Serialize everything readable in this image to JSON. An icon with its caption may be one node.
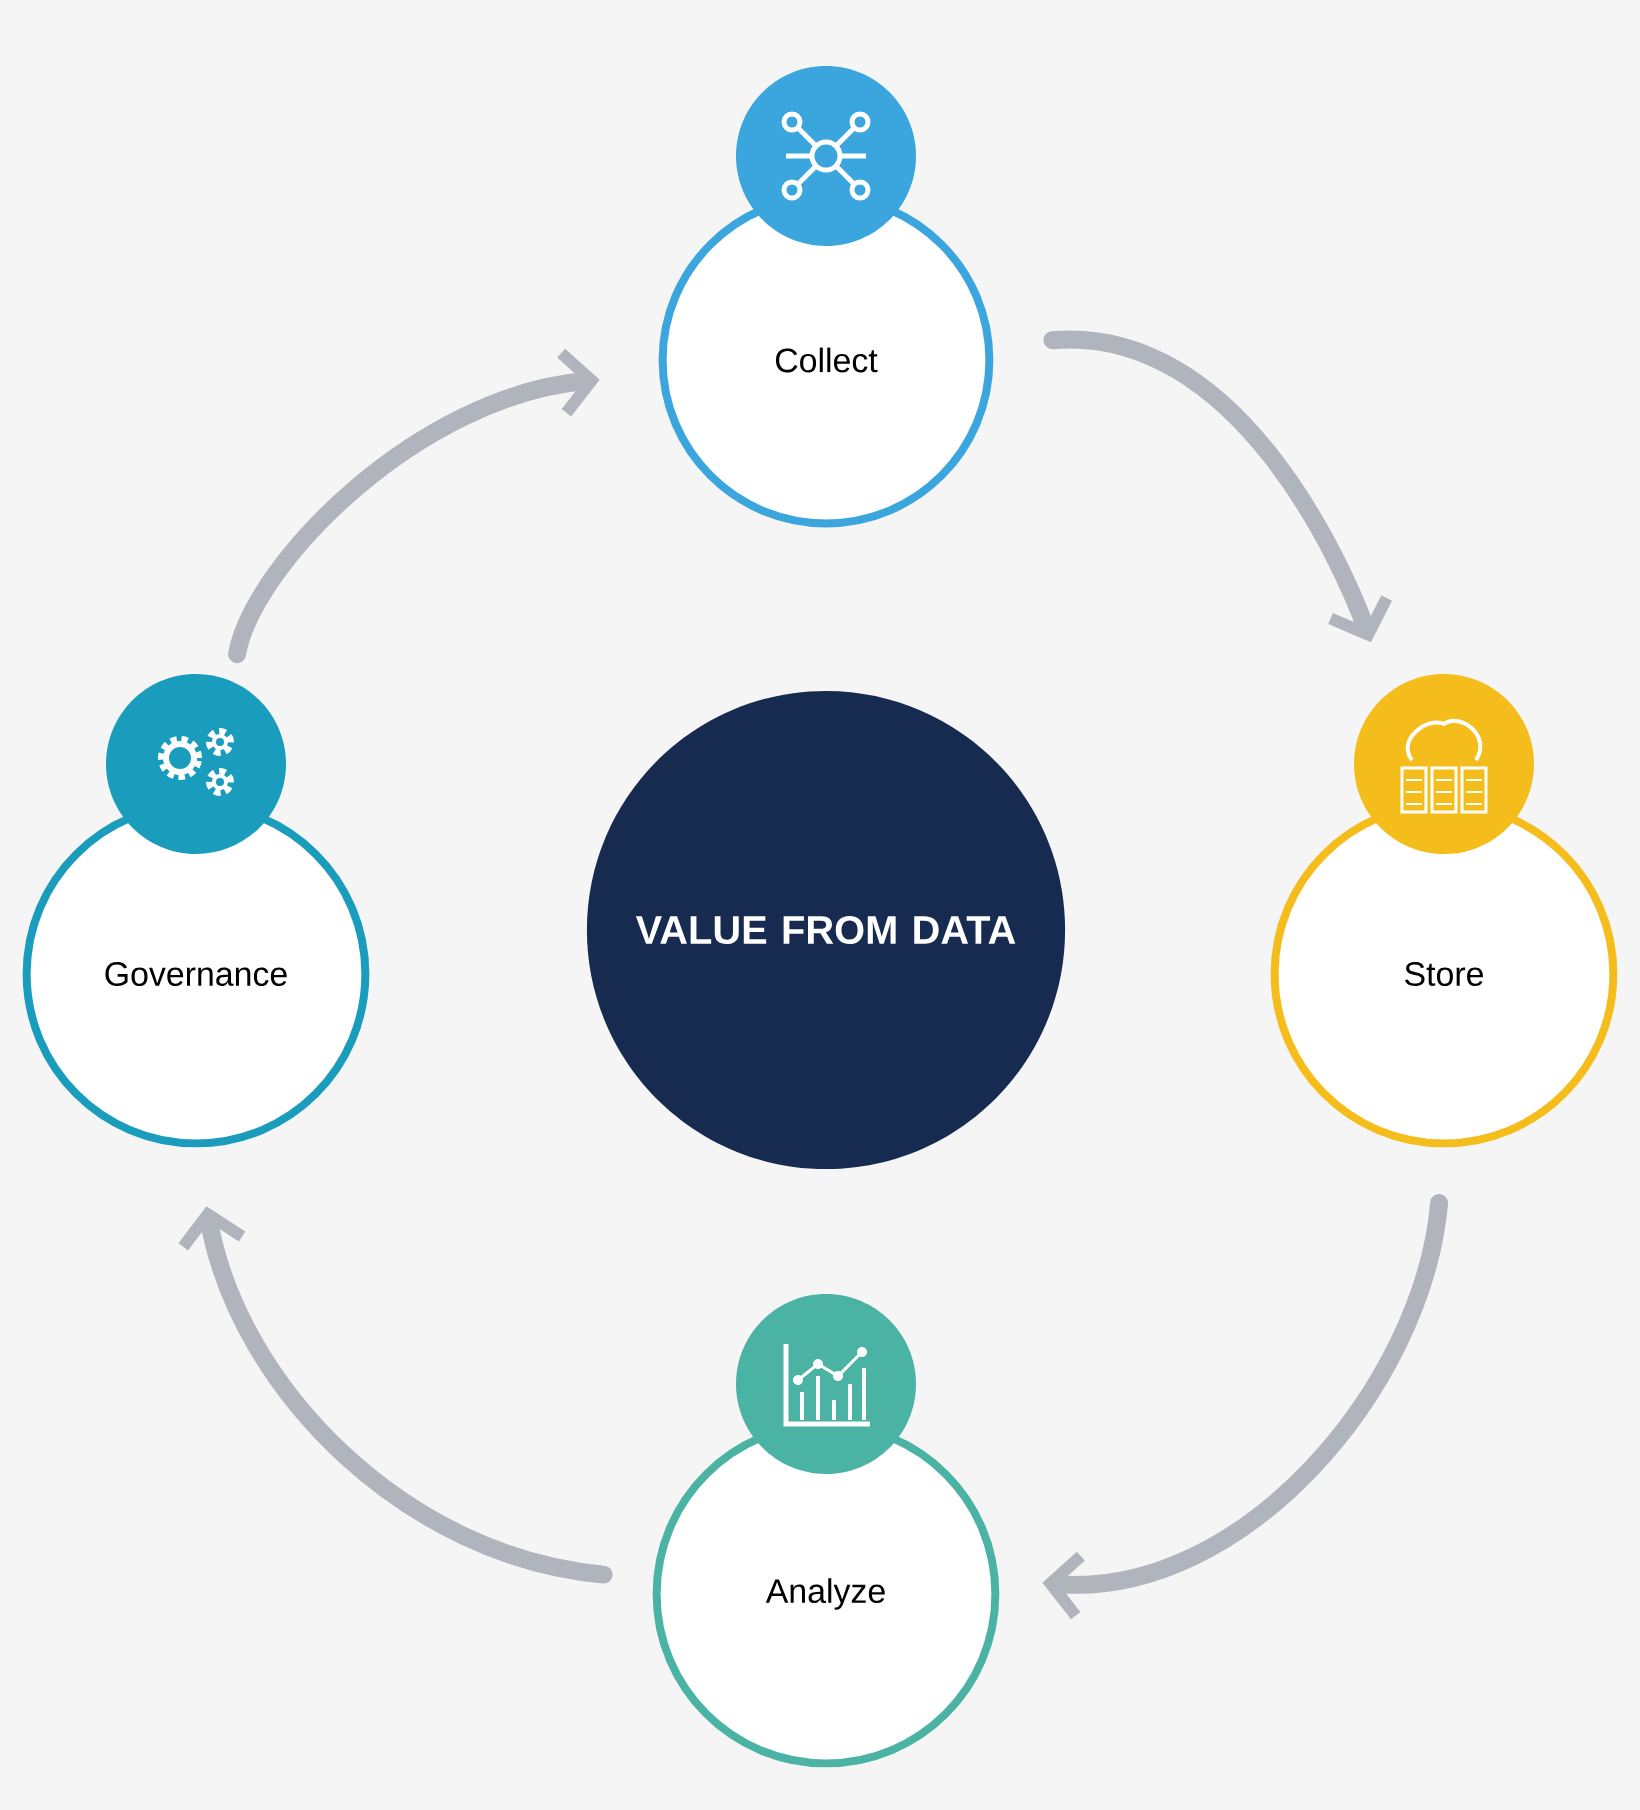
{
  "diagram": {
    "nodes": [
      {
        "text": [
          "Collect"
        ]
      },
      {
        "text": [
          "Store"
        ]
      },
      {
        "text": [
          "Analyze"
        ]
      },
      {
        "text": [
          "Governance"
        ]
      },
      {
        "text": [
          "VALUE FROM DATA"
        ]
      }
    ],
    "edges": [
      {
        "from": 3,
        "to": 0,
        "arrow": "to"
      },
      {
        "from": 0,
        "to": 1,
        "arrow": "to"
      },
      {
        "from": 1,
        "to": 2,
        "arrow": "to"
      },
      {
        "from": 2,
        "to": 3,
        "arrow": "to"
      }
    ]
  }
}
